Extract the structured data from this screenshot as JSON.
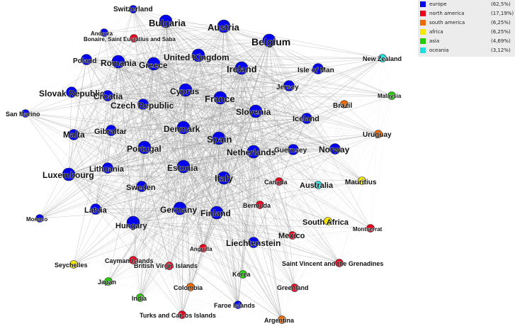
{
  "legend": [
    {
      "region": "europe",
      "percent": "(62,5%)",
      "color": "#0000ee"
    },
    {
      "region": "north america",
      "percent": "(17,19%)",
      "color": "#e8001c"
    },
    {
      "region": "south america",
      "percent": "(6,25%)",
      "color": "#ee6a00"
    },
    {
      "region": "africa",
      "percent": "(6,25%)",
      "color": "#f5e800"
    },
    {
      "region": "asia",
      "percent": "(4,69%)",
      "color": "#22cc00"
    },
    {
      "region": "oceania",
      "percent": "(3,12%)",
      "color": "#22dddd"
    }
  ],
  "nodes": [
    {
      "name": "Switzerland",
      "region": "europe",
      "size": "small"
    },
    {
      "name": "Bulgaria",
      "region": "europe",
      "size": "large"
    },
    {
      "name": "Austria",
      "region": "europe",
      "size": "large"
    },
    {
      "name": "Andorra",
      "region": "europe",
      "size": "small"
    },
    {
      "name": "Bonaire, Saint Eustatius and Saba",
      "region": "north america",
      "size": "small"
    },
    {
      "name": "Belgium",
      "region": "europe",
      "size": "large"
    },
    {
      "name": "Poland",
      "region": "europe",
      "size": "medium"
    },
    {
      "name": "Romania",
      "region": "europe",
      "size": "large"
    },
    {
      "name": "Greece",
      "region": "europe",
      "size": "large"
    },
    {
      "name": "United Kingdom",
      "region": "europe",
      "size": "large"
    },
    {
      "name": "Ireland",
      "region": "europe",
      "size": "large"
    },
    {
      "name": "Isle of Man",
      "region": "europe",
      "size": "medium"
    },
    {
      "name": "New Zealand",
      "region": "oceania",
      "size": "small"
    },
    {
      "name": "Malaysia",
      "region": "asia",
      "size": "small"
    },
    {
      "name": "Slovak Republic",
      "region": "europe",
      "size": "medium"
    },
    {
      "name": "Croatia",
      "region": "europe",
      "size": "medium"
    },
    {
      "name": "Cyprus",
      "region": "europe",
      "size": "large"
    },
    {
      "name": "France",
      "region": "europe",
      "size": "large"
    },
    {
      "name": "Jersey",
      "region": "europe",
      "size": "medium"
    },
    {
      "name": "Czech Republic",
      "region": "europe",
      "size": "medium"
    },
    {
      "name": "Slovenia",
      "region": "europe",
      "size": "large"
    },
    {
      "name": "Brazil",
      "region": "south america",
      "size": "small"
    },
    {
      "name": "San Marino",
      "region": "europe",
      "size": "small"
    },
    {
      "name": "Malta",
      "region": "europe",
      "size": "medium"
    },
    {
      "name": "Gibraltar",
      "region": "europe",
      "size": "medium"
    },
    {
      "name": "Denmark",
      "region": "europe",
      "size": "large"
    },
    {
      "name": "Iceland",
      "region": "europe",
      "size": "medium"
    },
    {
      "name": "Uruguay",
      "region": "south america",
      "size": "small"
    },
    {
      "name": "Portugal",
      "region": "europe",
      "size": "large"
    },
    {
      "name": "Spain",
      "region": "europe",
      "size": "large"
    },
    {
      "name": "Netherlands",
      "region": "europe",
      "size": "large"
    },
    {
      "name": "Guernsey",
      "region": "europe",
      "size": "medium"
    },
    {
      "name": "Norway",
      "region": "europe",
      "size": "medium"
    },
    {
      "name": "Luxembourg",
      "region": "europe",
      "size": "large"
    },
    {
      "name": "Lithuania",
      "region": "europe",
      "size": "medium"
    },
    {
      "name": "Estonia",
      "region": "europe",
      "size": "large"
    },
    {
      "name": "Italy",
      "region": "europe",
      "size": "large"
    },
    {
      "name": "Canada",
      "region": "north america",
      "size": "small"
    },
    {
      "name": "Australia",
      "region": "oceania",
      "size": "small"
    },
    {
      "name": "Mauritius",
      "region": "africa",
      "size": "small"
    },
    {
      "name": "Sweden",
      "region": "europe",
      "size": "medium"
    },
    {
      "name": "Latvia",
      "region": "europe",
      "size": "medium"
    },
    {
      "name": "Germany",
      "region": "europe",
      "size": "large"
    },
    {
      "name": "Finland",
      "region": "europe",
      "size": "large"
    },
    {
      "name": "Bermuda",
      "region": "north america",
      "size": "small"
    },
    {
      "name": "Monaco",
      "region": "europe",
      "size": "small"
    },
    {
      "name": "Hungary",
      "region": "europe",
      "size": "large"
    },
    {
      "name": "South Africa",
      "region": "africa",
      "size": "small"
    },
    {
      "name": "Montserrat",
      "region": "north america",
      "size": "small"
    },
    {
      "name": "Mexico",
      "region": "north america",
      "size": "small"
    },
    {
      "name": "Liechtenstein",
      "region": "europe",
      "size": "medium"
    },
    {
      "name": "Anguilla",
      "region": "north america",
      "size": "small"
    },
    {
      "name": "Seychelles",
      "region": "africa",
      "size": "small"
    },
    {
      "name": "Cayman Islands",
      "region": "north america",
      "size": "small"
    },
    {
      "name": "British Virgin Islands",
      "region": "north america",
      "size": "small"
    },
    {
      "name": "Saint Vincent and the Grenadines",
      "region": "north america",
      "size": "small"
    },
    {
      "name": "Korea",
      "region": "asia",
      "size": "small"
    },
    {
      "name": "Japan",
      "region": "asia",
      "size": "small"
    },
    {
      "name": "Colombia",
      "region": "south america",
      "size": "small"
    },
    {
      "name": "Greenland",
      "region": "north america",
      "size": "small"
    },
    {
      "name": "India",
      "region": "asia",
      "size": "small"
    },
    {
      "name": "Faroe Islands",
      "region": "europe",
      "size": "small"
    },
    {
      "name": "Turks and Caicos Islands",
      "region": "north america",
      "size": "small"
    },
    {
      "name": "Argentina",
      "region": "south america",
      "size": "small"
    }
  ]
}
